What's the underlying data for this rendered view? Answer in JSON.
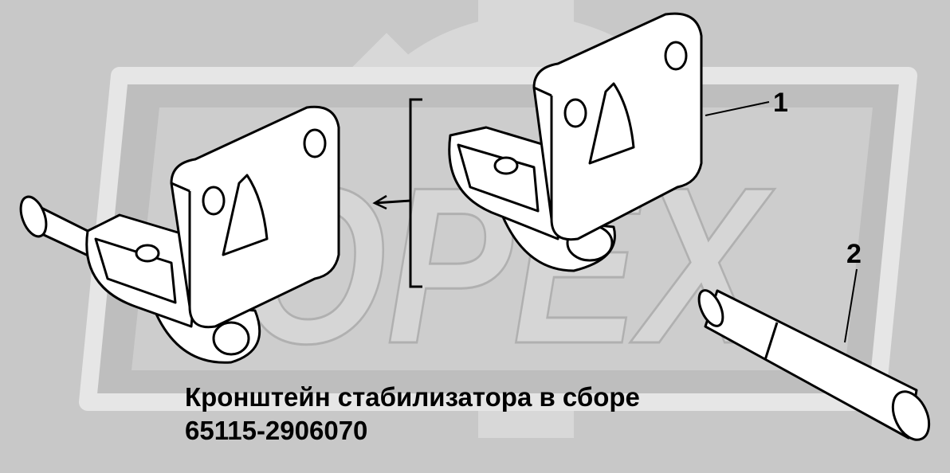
{
  "watermark": {
    "text": "OPEX"
  },
  "callouts": [
    {
      "id": "1",
      "label": "1"
    },
    {
      "id": "2",
      "label": "2"
    }
  ],
  "caption": {
    "title": "Кронштейн стабилизатора в сборе",
    "part_number": "65115-2906070"
  },
  "colors": {
    "background": "#c8c8c8",
    "watermark_fill": "#dcdcdc",
    "line": "#000000",
    "part_fill": "#ffffff"
  },
  "icons": {
    "bracket_assembly_left": "bracket-assembly-icon",
    "bracket_assembly_right": "bracket-icon",
    "pin": "pin-icon"
  }
}
